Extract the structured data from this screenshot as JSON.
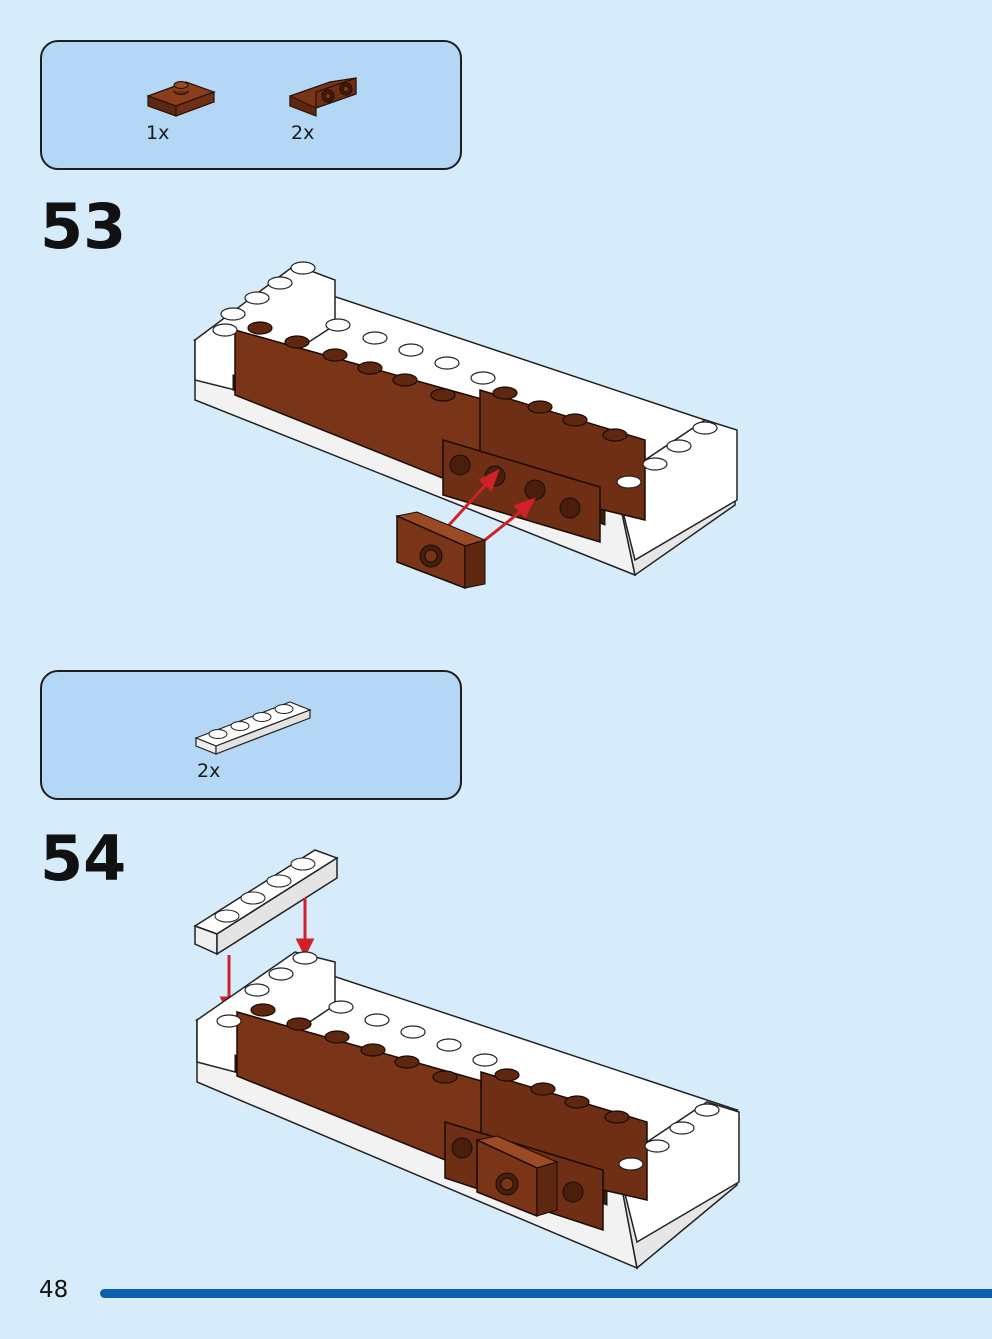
{
  "steps": [
    {
      "number": "53",
      "parts": [
        {
          "qty": "1x",
          "part": "brown-plate-1x2-jumper"
        },
        {
          "qty": "2x",
          "part": "brown-bracket-1x2-with-studs"
        }
      ]
    },
    {
      "number": "54",
      "parts": [
        {
          "qty": "2x",
          "part": "white-plate-1x4"
        }
      ]
    }
  ],
  "page": {
    "number": "48"
  },
  "colors": {
    "background": "#d7ecfb",
    "parts_box": "#b3d7f4",
    "brick_brown": "#7a3518",
    "brick_white": "#ffffff",
    "arrow": "#d0202a",
    "page_bar": "#0a5fb0"
  }
}
